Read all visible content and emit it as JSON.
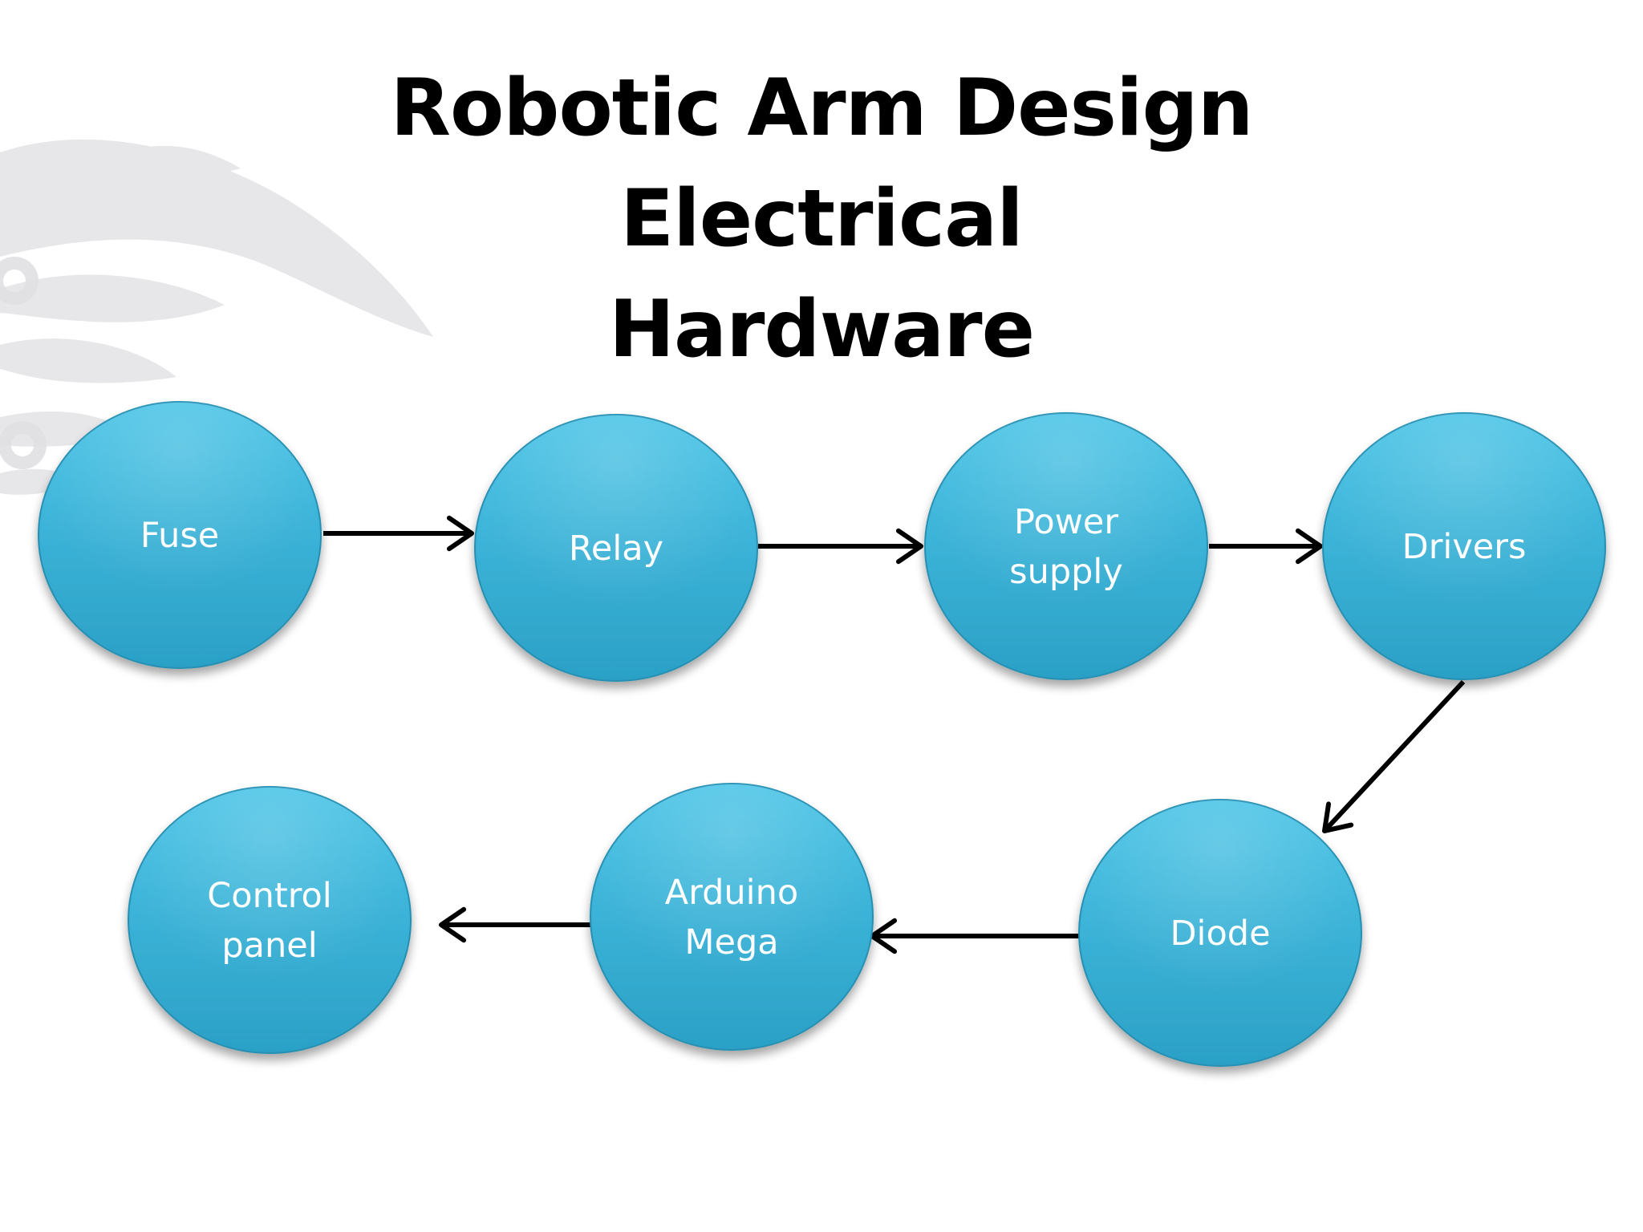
{
  "slide": {
    "title_line1": "Robotic Arm Design Electrical",
    "title_line2": "Hardware"
  },
  "diagram": {
    "nodes": [
      {
        "id": "fuse",
        "lines": [
          "Fuse"
        ]
      },
      {
        "id": "relay",
        "lines": [
          "Relay"
        ]
      },
      {
        "id": "power-supply",
        "lines": [
          "Power",
          "supply"
        ]
      },
      {
        "id": "drivers",
        "lines": [
          "Drivers"
        ]
      },
      {
        "id": "diode",
        "lines": [
          "Diode"
        ]
      },
      {
        "id": "arduino-mega",
        "lines": [
          "Arduino",
          "Mega"
        ]
      },
      {
        "id": "control-panel",
        "lines": [
          "Control",
          "panel"
        ]
      }
    ],
    "edges": [
      {
        "from": "fuse",
        "to": "relay"
      },
      {
        "from": "relay",
        "to": "power-supply"
      },
      {
        "from": "power-supply",
        "to": "drivers"
      },
      {
        "from": "drivers",
        "to": "diode"
      },
      {
        "from": "diode",
        "to": "arduino-mega"
      },
      {
        "from": "arduino-mega",
        "to": "control-panel"
      }
    ],
    "colors": {
      "node_fill_top": "#4cc3e6",
      "node_fill_bottom": "#2a9ec4",
      "node_label": "#ffffff",
      "arrow": "#000000",
      "ornament": "#d9d9dc"
    }
  }
}
